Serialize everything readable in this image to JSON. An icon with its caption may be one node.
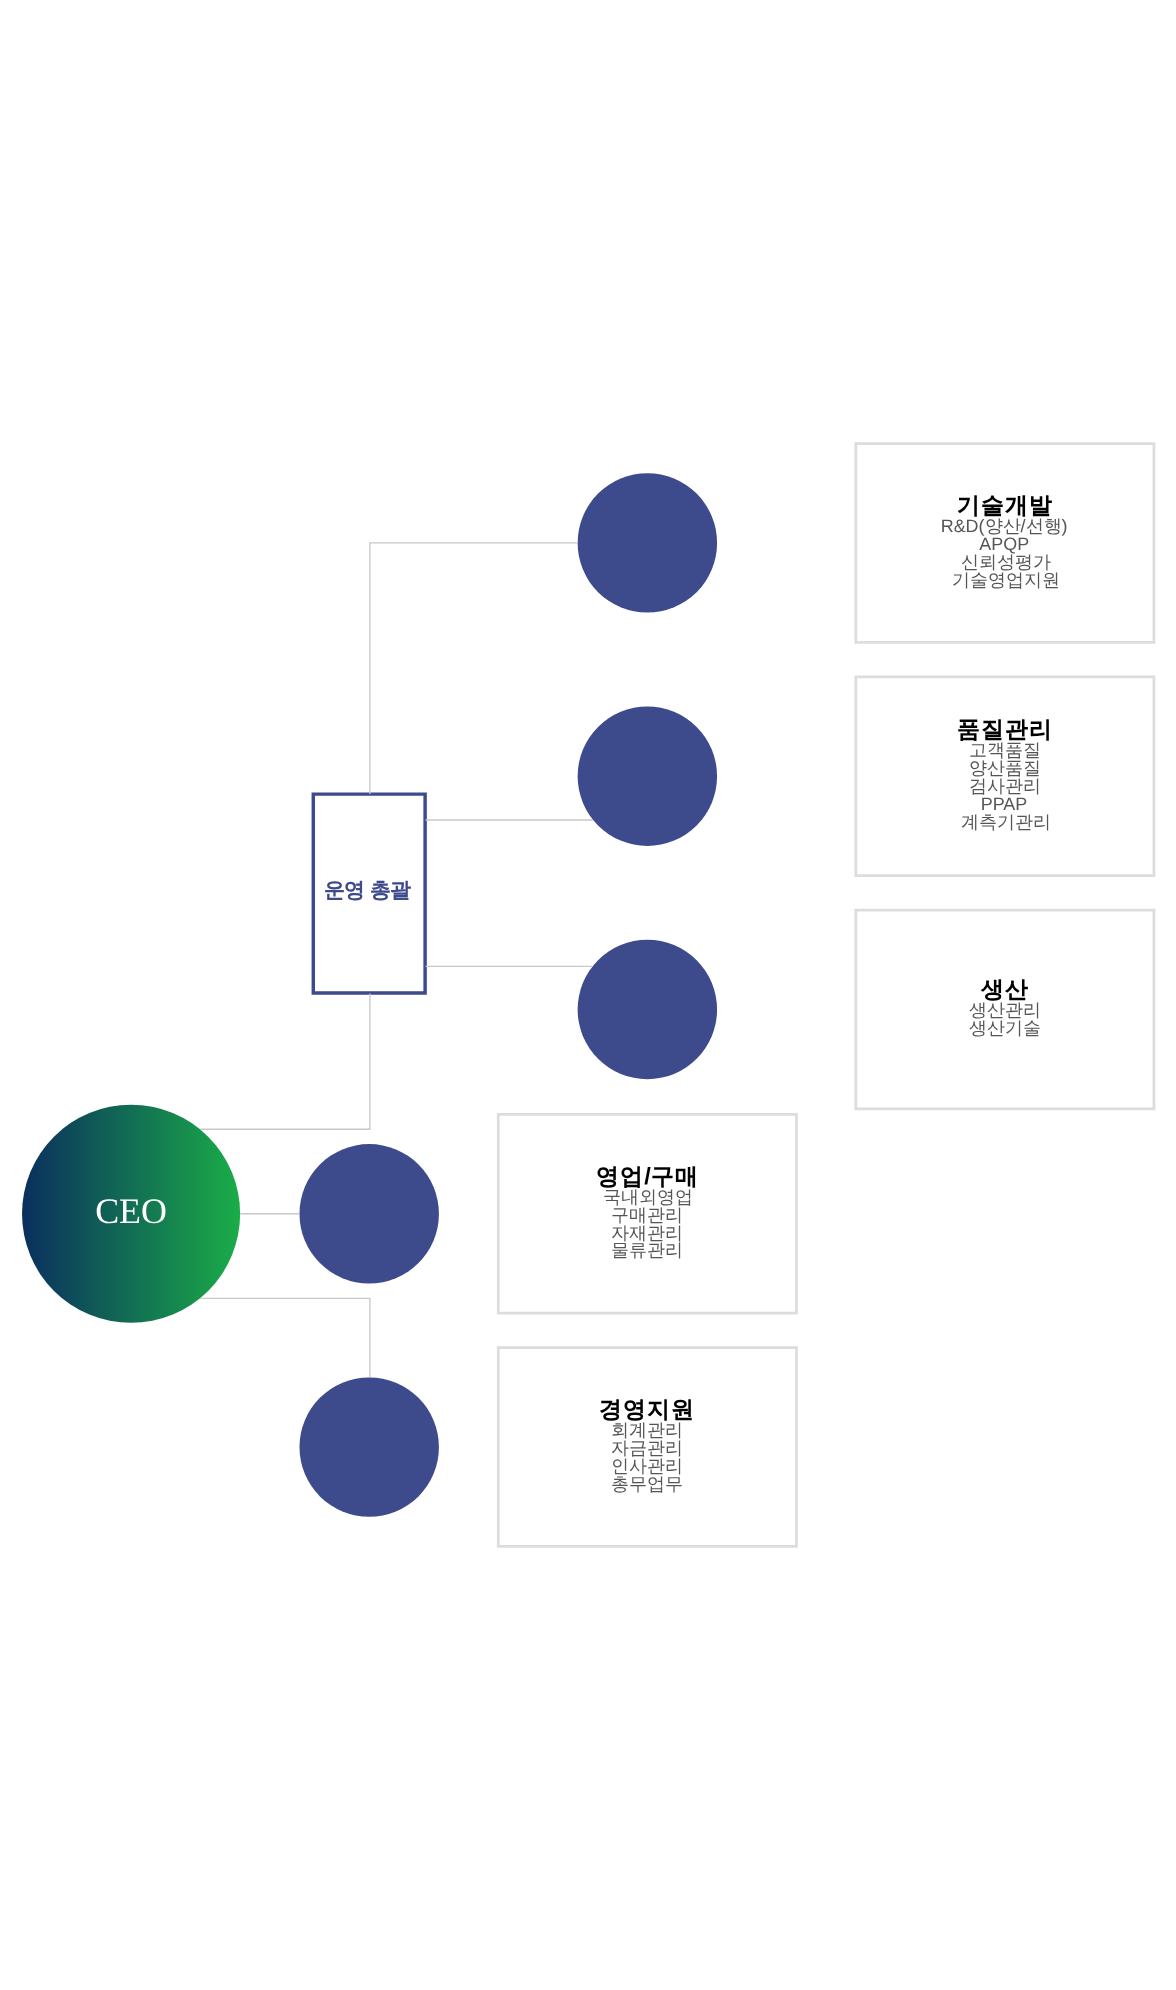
{
  "diagram": {
    "nodes": [
      {
        "text": [
          "CEO"
        ]
      },
      {
        "text": [
          "운영 총괄"
        ]
      },
      {
        "text": [],
        "shape": "circle"
      },
      {
        "text": [
          "기술개발",
          "R&D(양산/선행)",
          "APQP",
          "신뢰성평가",
          "기술영업지원"
        ]
      },
      {
        "text": [],
        "shape": "circle"
      },
      {
        "text": [
          "품질관리",
          "고객품질",
          "양산품질",
          "검사관리",
          "PPAP",
          "계측기관리"
        ]
      },
      {
        "text": [],
        "shape": "circle"
      },
      {
        "text": [
          "생산",
          "생산관리",
          "생산기술"
        ]
      },
      {
        "text": [],
        "shape": "circle"
      },
      {
        "text": [
          "영업/구매",
          "국내외영업",
          "구매관리",
          "자재관리",
          "물류관리"
        ]
      },
      {
        "text": [],
        "shape": "circle"
      },
      {
        "text": [
          "경영지원",
          "회계관리",
          "자금관리",
          "인사관리",
          "총무업무"
        ]
      }
    ],
    "edges": [
      {
        "from": 0,
        "to": 1,
        "arrow": "none"
      },
      {
        "from": 1,
        "to": 2,
        "arrow": "none"
      },
      {
        "from": 1,
        "to": 4,
        "arrow": "none"
      },
      {
        "from": 1,
        "to": 6,
        "arrow": "none"
      },
      {
        "from": 0,
        "to": 8,
        "arrow": "none"
      },
      {
        "from": 0,
        "to": 10,
        "arrow": "none"
      }
    ]
  }
}
